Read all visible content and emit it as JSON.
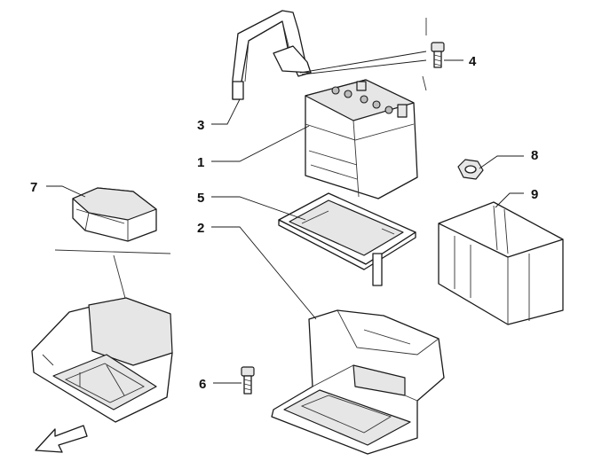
{
  "callouts": {
    "c1": "1",
    "c2": "2",
    "c3": "3",
    "c4": "4",
    "c5": "5",
    "c6": "6",
    "c7": "7",
    "c8": "8",
    "c9": "9"
  },
  "icons": {
    "direction_arrow": "arrow-down-left-icon"
  },
  "colors": {
    "line": "#1a1a1a",
    "background": "#ffffff"
  }
}
